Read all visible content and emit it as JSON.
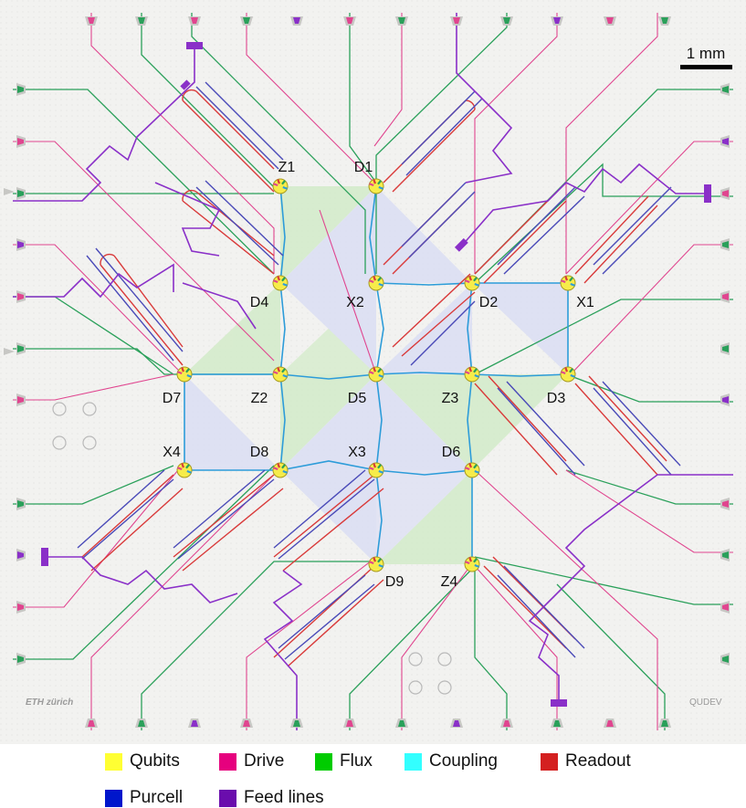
{
  "scalebar": {
    "label": "1 mm"
  },
  "logos": {
    "left": "ETH zürich",
    "right": "QUDEV"
  },
  "qubits": [
    {
      "id": "Z1"
    },
    {
      "id": "D1"
    },
    {
      "id": "D4"
    },
    {
      "id": "X2"
    },
    {
      "id": "D2"
    },
    {
      "id": "X1"
    },
    {
      "id": "D7"
    },
    {
      "id": "Z2"
    },
    {
      "id": "D5"
    },
    {
      "id": "Z3"
    },
    {
      "id": "D3"
    },
    {
      "id": "X4"
    },
    {
      "id": "D8"
    },
    {
      "id": "X3"
    },
    {
      "id": "D6"
    },
    {
      "id": "D9"
    },
    {
      "id": "Z4"
    }
  ],
  "legend": [
    {
      "label": "Qubits",
      "color": "#ffff33"
    },
    {
      "label": "Drive",
      "color": "#e6007e"
    },
    {
      "label": "Flux",
      "color": "#00cc00"
    },
    {
      "label": "Coupling",
      "color": "#33ffff"
    },
    {
      "label": "Readout",
      "color": "#d42020"
    },
    {
      "label": "Purcell",
      "color": "#0016cc"
    },
    {
      "label": "Feed lines",
      "color": "#6a0dad"
    }
  ],
  "colors": {
    "background": "#f2f2f0",
    "drive": "#e0458f",
    "flux": "#2aa05a",
    "coupling": "#2d9cd9",
    "readout": "#d93a3a",
    "purcell": "#4a4ab8",
    "feed": "#8a30c8",
    "plaquette_green": "#cfeac4",
    "plaquette_blue": "#d8dcf4"
  }
}
